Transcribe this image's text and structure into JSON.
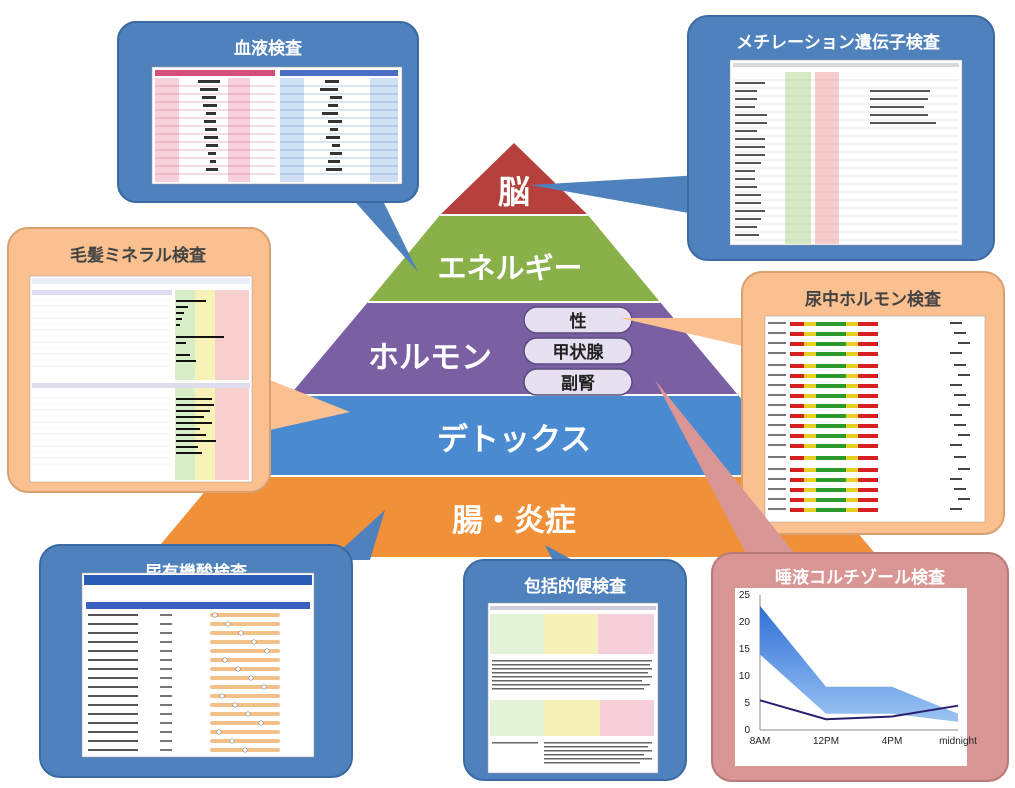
{
  "pyramid": {
    "layers": [
      {
        "label": "脳",
        "color": "#b5403c"
      },
      {
        "label": "エネルギー",
        "color": "#8ab04a"
      },
      {
        "label": "ホルモン",
        "color": "#7a60a3"
      },
      {
        "label": "デトックス",
        "color": "#4a8ad0"
      },
      {
        "label": "腸・炎症",
        "color": "#f0913a"
      }
    ],
    "hormone_pills": [
      "性",
      "甲状腺",
      "副腎"
    ]
  },
  "bubbles": {
    "blood": {
      "title": "血液検査"
    },
    "methylation": {
      "title": "メチレーション遺伝子検査"
    },
    "hair": {
      "title": "毛髪ミネラル検査"
    },
    "urine_hormone": {
      "title": "尿中ホルモン検査"
    },
    "organic_acid": {
      "title": "尿有機酸検査"
    },
    "stool": {
      "title": "包括的便検査"
    },
    "cortisol": {
      "title": "唾液コルチゾール検査"
    }
  },
  "colors": {
    "blue_bubble": "#4f81bd",
    "orange_bubble": "#fac090",
    "pink_bubble": "#d99694"
  },
  "chart_data": {
    "type": "area",
    "categories": [
      "8AM",
      "12PM",
      "4PM",
      "midnight"
    ],
    "ylim": [
      0,
      25
    ],
    "yticks": [
      0,
      5,
      10,
      15,
      20,
      25
    ],
    "series": [
      {
        "values_upper": [
          23,
          8,
          8,
          3
        ],
        "values_lower": [
          14,
          3,
          3,
          1.5
        ]
      },
      {
        "values": [
          5.5,
          2,
          2.5,
          4.5
        ]
      }
    ]
  }
}
